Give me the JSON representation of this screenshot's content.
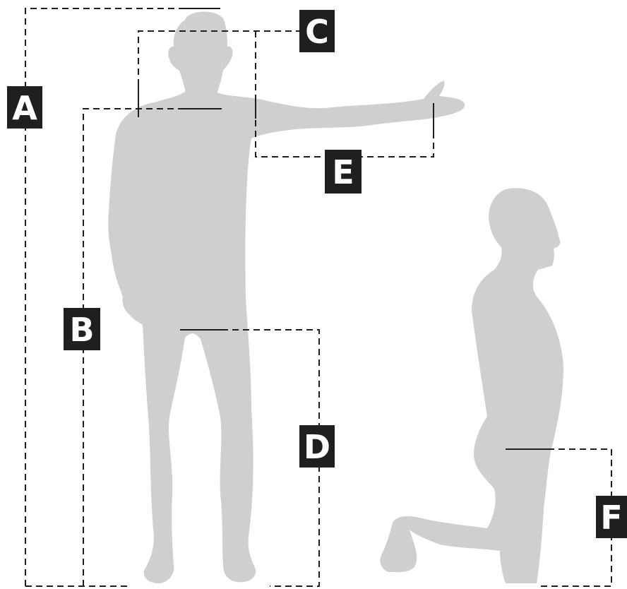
{
  "figure": {
    "silhouette_color": "#cfcfcf",
    "line_color": "#1f1f1f",
    "badge_color": "#1f1f1f",
    "badge_text_color": "#ffffff",
    "labels": {
      "a": "A",
      "b": "B",
      "c": "C",
      "d": "D",
      "e": "E",
      "f": "F"
    }
  }
}
